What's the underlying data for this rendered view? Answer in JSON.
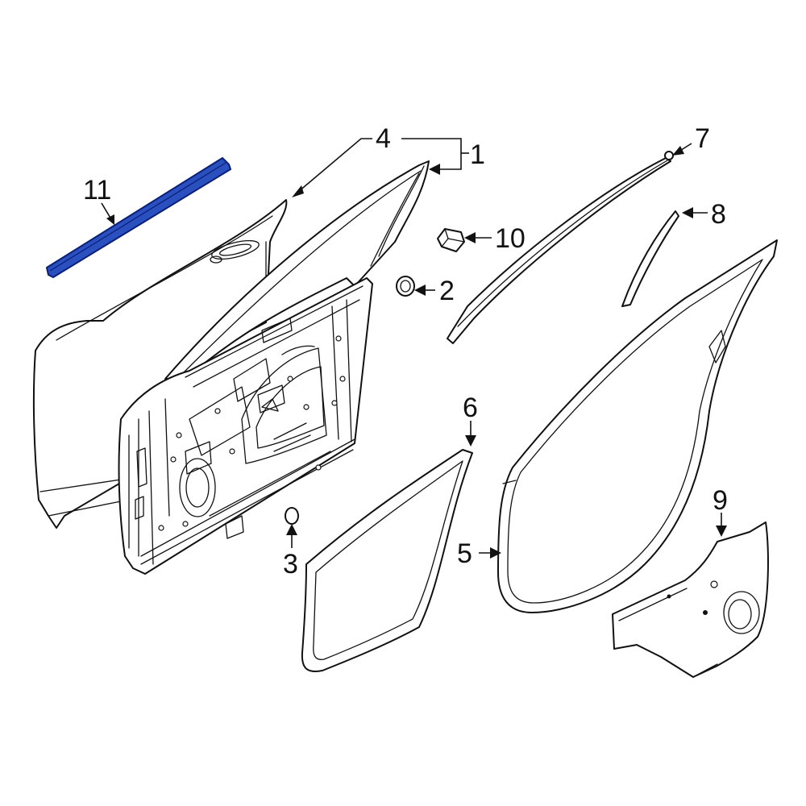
{
  "callouts": [
    "1",
    "2",
    "3",
    "4",
    "5",
    "6",
    "7",
    "8",
    "9",
    "10",
    "11"
  ],
  "colors": {
    "highlight": "#2a4fbf",
    "highlight_stroke": "#0a1f77",
    "line": "#111111",
    "background": "#ffffff"
  },
  "highlighted_part": "11"
}
